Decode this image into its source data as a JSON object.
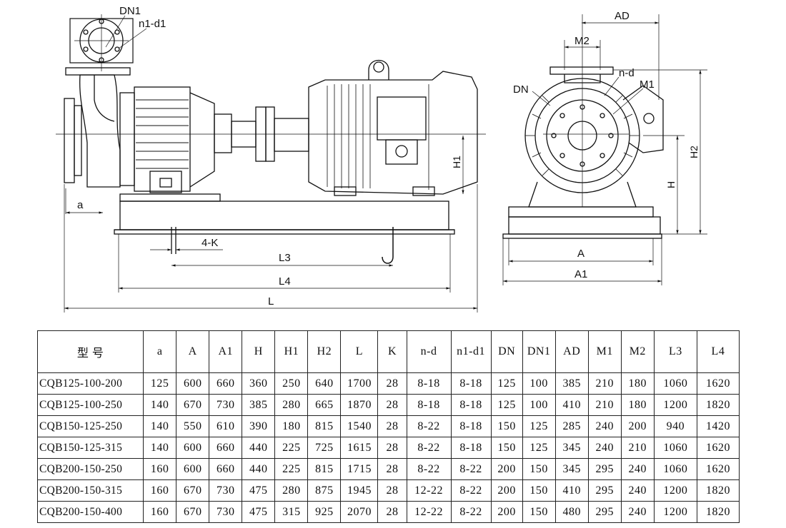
{
  "side_view_labels": {
    "dn1": "DN1",
    "n1_d1": "n1-d1",
    "a": "a",
    "h1": "H1",
    "four_k": "4-K",
    "l3": "L3",
    "l4": "L4",
    "l": "L"
  },
  "end_view_labels": {
    "ad": "AD",
    "m2": "M2",
    "dn": "DN",
    "n_d": "n-d",
    "m1": "M1",
    "h2": "H2",
    "h": "H",
    "a_upper": "A",
    "a1": "A1"
  },
  "table": {
    "headers": [
      "型 号",
      "a",
      "A",
      "A1",
      "H",
      "H1",
      "H2",
      "L",
      "K",
      "n-d",
      "n1-d1",
      "DN",
      "DN1",
      "AD",
      "M1",
      "M2",
      "L3",
      "L4"
    ],
    "rows": [
      [
        "CQB125-100-200",
        "125",
        "600",
        "660",
        "360",
        "250",
        "640",
        "1700",
        "28",
        "8-18",
        "8-18",
        "125",
        "100",
        "385",
        "210",
        "180",
        "1060",
        "1620"
      ],
      [
        "CQB125-100-250",
        "140",
        "670",
        "730",
        "385",
        "280",
        "665",
        "1870",
        "28",
        "8-18",
        "8-18",
        "125",
        "100",
        "410",
        "210",
        "180",
        "1200",
        "1820"
      ],
      [
        "CQB150-125-250",
        "140",
        "550",
        "610",
        "390",
        "180",
        "815",
        "1540",
        "28",
        "8-22",
        "8-18",
        "150",
        "125",
        "285",
        "240",
        "200",
        "940",
        "1420"
      ],
      [
        "CQB150-125-315",
        "140",
        "600",
        "660",
        "440",
        "225",
        "725",
        "1615",
        "28",
        "8-22",
        "8-18",
        "150",
        "125",
        "345",
        "240",
        "210",
        "1060",
        "1620"
      ],
      [
        "CQB200-150-250",
        "160",
        "600",
        "660",
        "440",
        "225",
        "815",
        "1715",
        "28",
        "8-22",
        "8-22",
        "200",
        "150",
        "345",
        "295",
        "240",
        "1060",
        "1620"
      ],
      [
        "CQB200-150-315",
        "160",
        "670",
        "730",
        "475",
        "280",
        "875",
        "1945",
        "28",
        "12-22",
        "8-22",
        "200",
        "150",
        "410",
        "295",
        "240",
        "1200",
        "1820"
      ],
      [
        "CQB200-150-400",
        "160",
        "670",
        "730",
        "475",
        "315",
        "925",
        "2070",
        "28",
        "12-22",
        "8-22",
        "200",
        "150",
        "480",
        "295",
        "240",
        "1200",
        "1820"
      ]
    ]
  }
}
